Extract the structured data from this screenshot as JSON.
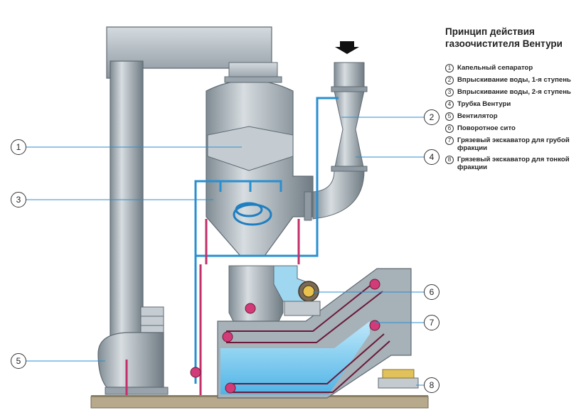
{
  "title": "Принцип действия газоочистителя Вентури",
  "legend": [
    {
      "num": "1",
      "text": "Капельный сепаратор"
    },
    {
      "num": "2",
      "text": "Впрыскивание воды, 1-я ступень"
    },
    {
      "num": "3",
      "text": "Впрыскивание воды, 2-я ступень"
    },
    {
      "num": "4",
      "text": "Трубка Вентури"
    },
    {
      "num": "5",
      "text": "Вентилятор"
    },
    {
      "num": "6",
      "text": "Поворотное сито"
    },
    {
      "num": "7",
      "text": "Грязевый экскаватор для грубой фракции"
    },
    {
      "num": "8",
      "text": "Грязевый экскаватор для тонкой фракции"
    }
  ],
  "callouts": {
    "c1": "1",
    "c2": "2",
    "c3": "3",
    "c4": "4",
    "c5": "5",
    "c6": "6",
    "c7": "7",
    "c8": "8"
  },
  "colors": {
    "steel": "#a9b4bc",
    "steel_dark": "#7c8890",
    "water_pipe": "#2a8fd0",
    "water": "#8fd3f2",
    "support": "#c2306a",
    "ground": "#b7aa8c",
    "leader": "#2a8fd0"
  }
}
